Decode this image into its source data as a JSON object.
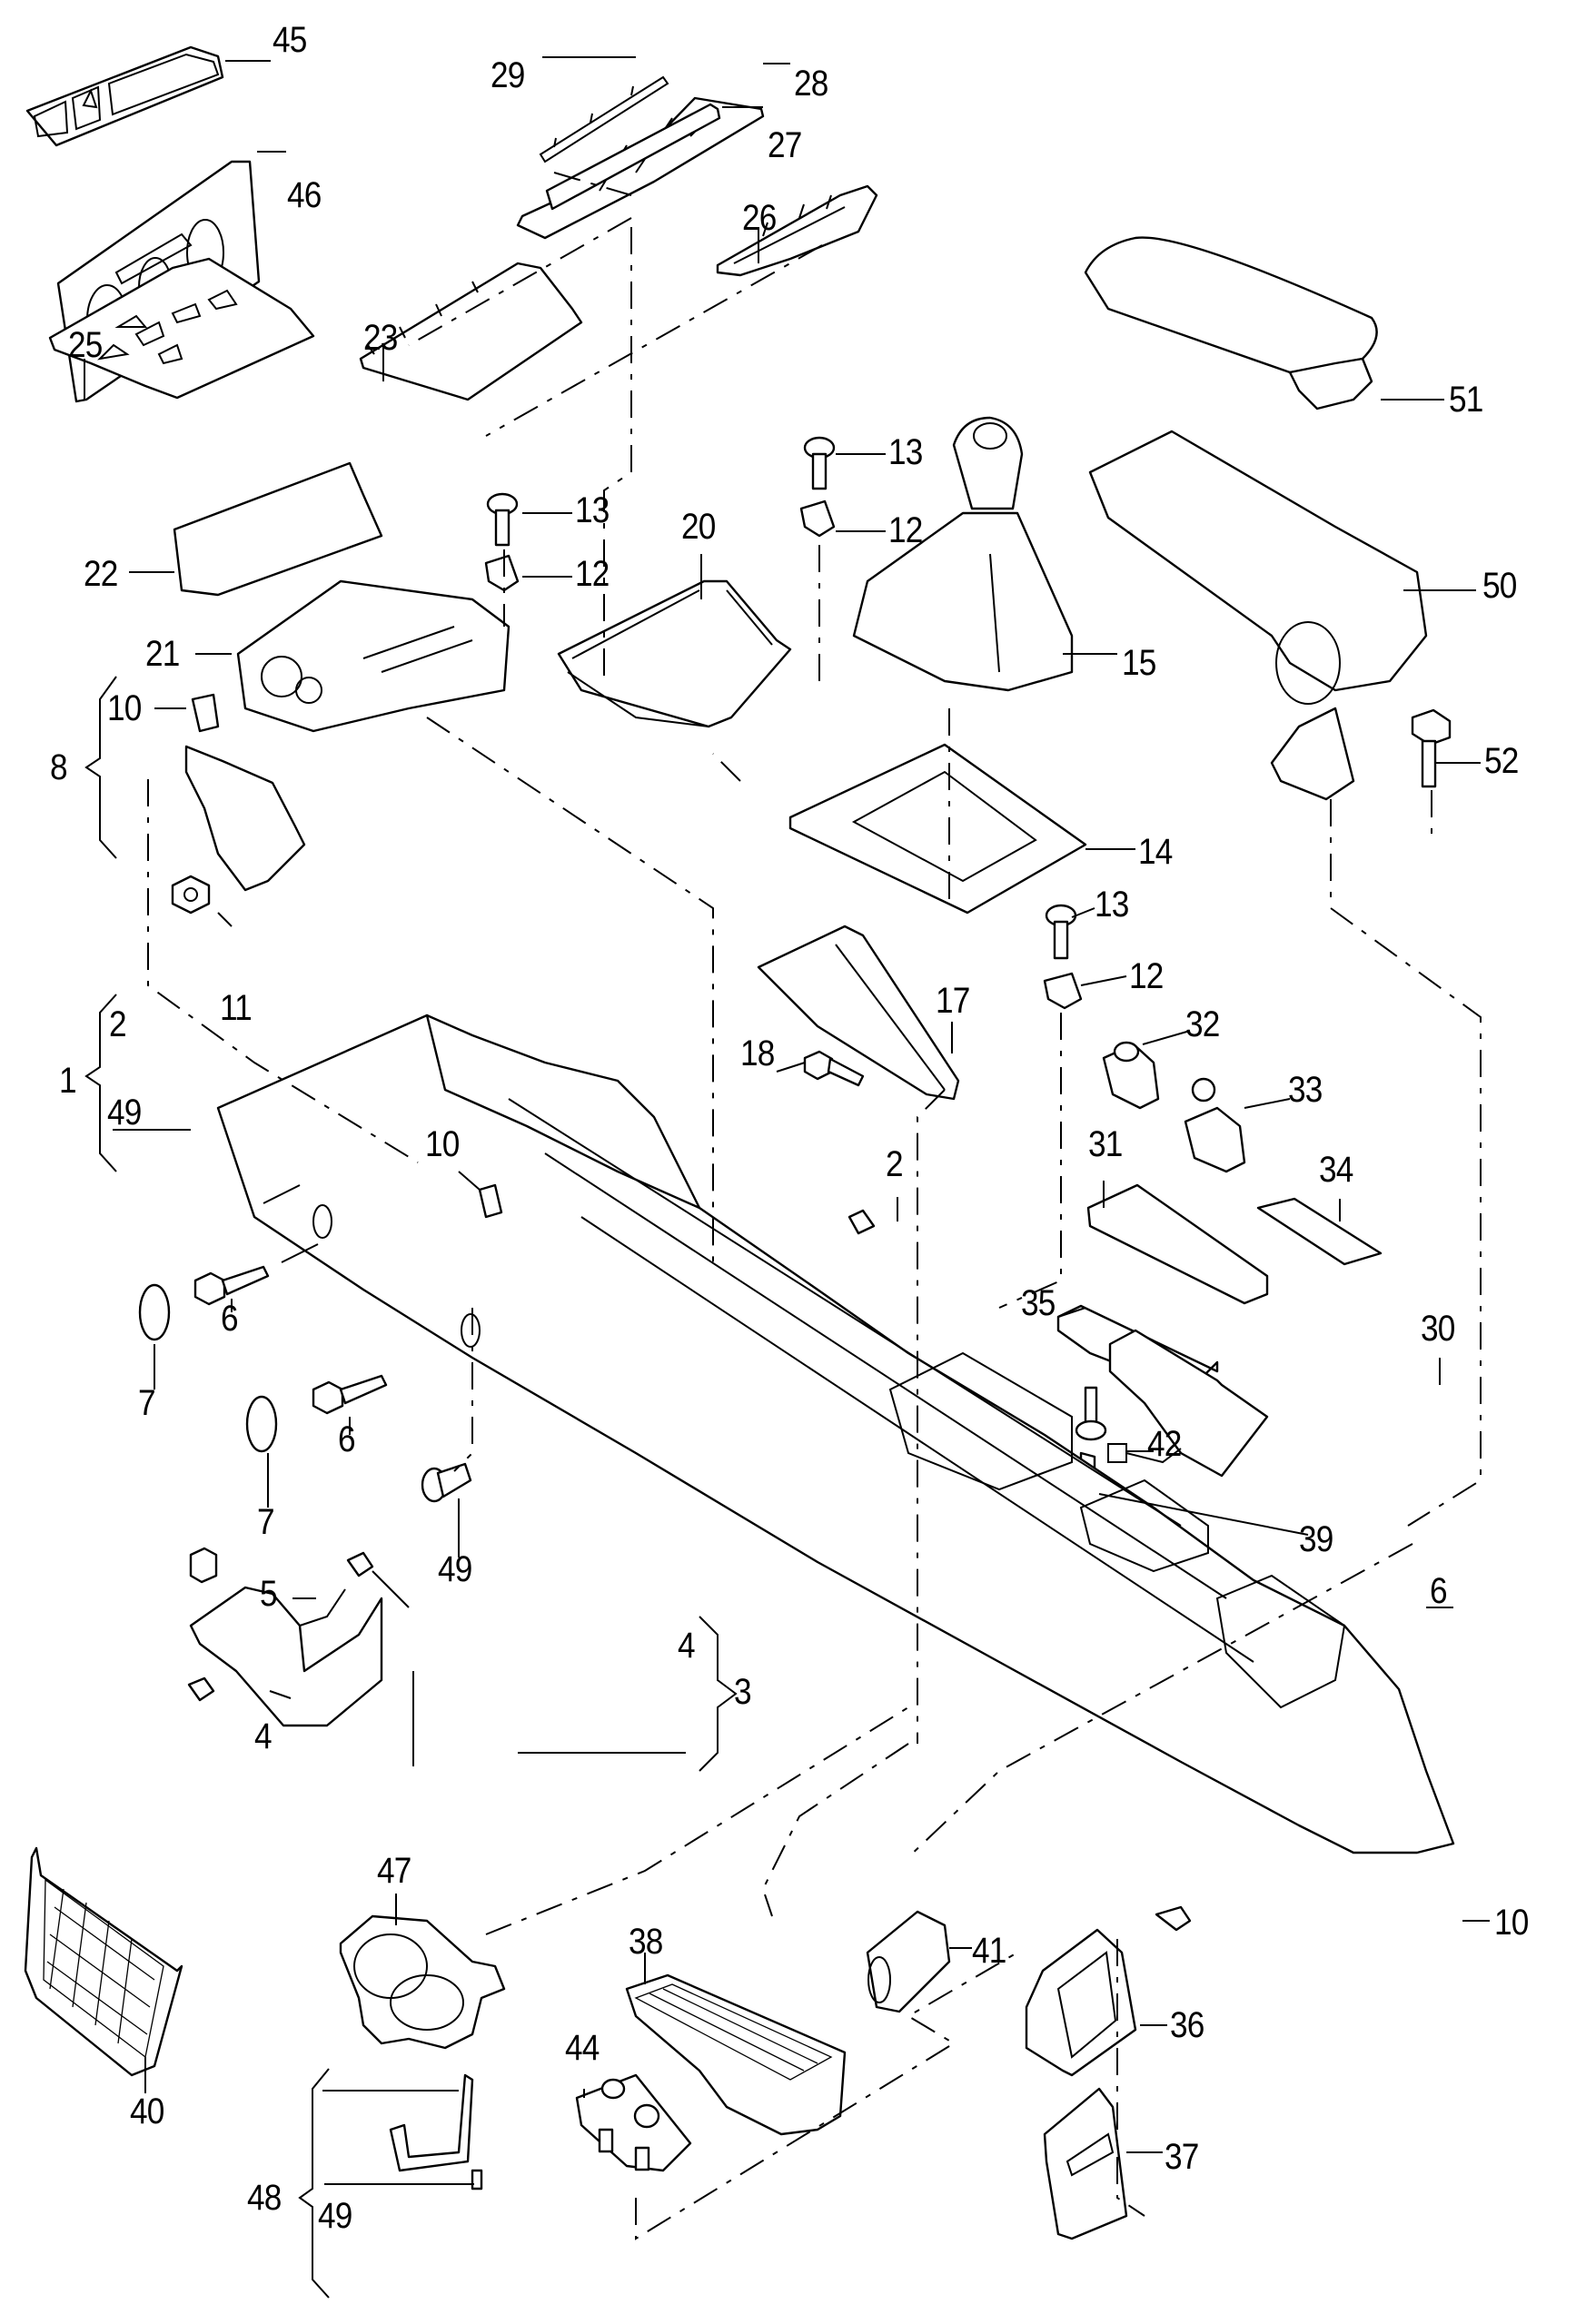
{
  "diagram": {
    "type": "exploded-parts-diagram",
    "subject": "center console assembly",
    "line_color": "#000000",
    "background_color": "#ffffff"
  },
  "callouts": [
    {
      "id": "c45",
      "label": "45",
      "part": "switch-panel-bezel"
    },
    {
      "id": "c29",
      "label": "29",
      "part": "trim-strip"
    },
    {
      "id": "c28",
      "label": "28",
      "part": "storage-tray-frame"
    },
    {
      "id": "c46",
      "label": "46",
      "part": "climate-control-trim-panel"
    },
    {
      "id": "c27",
      "label": "27",
      "part": "insert-mat-strip"
    },
    {
      "id": "c26",
      "label": "26",
      "part": "cover-strip"
    },
    {
      "id": "c25",
      "label": "25",
      "part": "mounting-bracket-plate"
    },
    {
      "id": "c23",
      "label": "23",
      "part": "tray-lid"
    },
    {
      "id": "c51",
      "label": "51",
      "part": "armrest-lid"
    },
    {
      "id": "c13a",
      "label": "13",
      "part": "screw"
    },
    {
      "id": "c13b",
      "label": "13",
      "part": "screw"
    },
    {
      "id": "c12a",
      "label": "12",
      "part": "clip-nut"
    },
    {
      "id": "c12b",
      "label": "12",
      "part": "clip-nut"
    },
    {
      "id": "c22",
      "label": "22",
      "part": "insert-mat"
    },
    {
      "id": "c20",
      "label": "20",
      "part": "storage-tray"
    },
    {
      "id": "c50",
      "label": "50",
      "part": "armrest-base"
    },
    {
      "id": "c15",
      "label": "15",
      "part": "gear-knob-with-boot"
    },
    {
      "id": "c21",
      "label": "21",
      "part": "storage-compartment"
    },
    {
      "id": "c10a",
      "label": "10",
      "part": "clip"
    },
    {
      "id": "c8",
      "label": "8",
      "part": "bracket-assembly"
    },
    {
      "id": "c52",
      "label": "52",
      "part": "bolt"
    },
    {
      "id": "c14",
      "label": "14",
      "part": "shift-trim-frame"
    },
    {
      "id": "c13c",
      "label": "13",
      "part": "screw"
    },
    {
      "id": "c17",
      "label": "17",
      "part": "side-trim"
    },
    {
      "id": "c12c",
      "label": "12",
      "part": "clip-nut"
    },
    {
      "id": "c11",
      "label": "11",
      "part": "nut"
    },
    {
      "id": "c2a",
      "label": "2",
      "part": "console"
    },
    {
      "id": "c1",
      "label": "1",
      "part": "center-console-assembly"
    },
    {
      "id": "c49a",
      "label": "49",
      "part": "expanding-rivet"
    },
    {
      "id": "c32",
      "label": "32",
      "part": "socket"
    },
    {
      "id": "c18",
      "label": "18",
      "part": "bolt"
    },
    {
      "id": "c33",
      "label": "33",
      "part": "socket-with-cap"
    },
    {
      "id": "c10b",
      "label": "10",
      "part": "clip"
    },
    {
      "id": "c31",
      "label": "31",
      "part": "socket-holder"
    },
    {
      "id": "c34",
      "label": "34",
      "part": "insert-mat"
    },
    {
      "id": "c2b",
      "label": "2",
      "part": "clip"
    },
    {
      "id": "c35",
      "label": "35",
      "part": "cover"
    },
    {
      "id": "c30",
      "label": "30",
      "part": "ashtray-insert"
    },
    {
      "id": "c6a",
      "label": "6",
      "part": "bolt"
    },
    {
      "id": "c7a",
      "label": "7",
      "part": "cap"
    },
    {
      "id": "c42",
      "label": "42",
      "part": "screw"
    },
    {
      "id": "c6b",
      "label": "6",
      "part": "bolt"
    },
    {
      "id": "c7b",
      "label": "7",
      "part": "cap"
    },
    {
      "id": "c39",
      "label": "39",
      "part": "clip"
    },
    {
      "id": "c49b",
      "label": "49",
      "part": "expanding-rivet"
    },
    {
      "id": "c5",
      "label": "5",
      "part": "nut"
    },
    {
      "id": "c6c",
      "label": "6",
      "part": "bolt"
    },
    {
      "id": "c4a",
      "label": "4",
      "part": "clip"
    },
    {
      "id": "c3",
      "label": "3",
      "part": "bracket-assembly"
    },
    {
      "id": "c4b",
      "label": "4",
      "part": "clip"
    },
    {
      "id": "c10c",
      "label": "10",
      "part": "clip"
    },
    {
      "id": "c47",
      "label": "47",
      "part": "cup-holder"
    },
    {
      "id": "c38",
      "label": "38",
      "part": "rear-trim-panel"
    },
    {
      "id": "c41",
      "label": "41",
      "part": "roller-cover"
    },
    {
      "id": "c36",
      "label": "36",
      "part": "rear-storage-insert"
    },
    {
      "id": "c44",
      "label": "44",
      "part": "rear-switch-panel"
    },
    {
      "id": "c40",
      "label": "40",
      "part": "storage-net"
    },
    {
      "id": "c48",
      "label": "48",
      "part": "bracket-assembly"
    },
    {
      "id": "c37",
      "label": "37",
      "part": "rear-cover-with-switch"
    },
    {
      "id": "c49c",
      "label": "49",
      "part": "expanding-rivet"
    }
  ]
}
